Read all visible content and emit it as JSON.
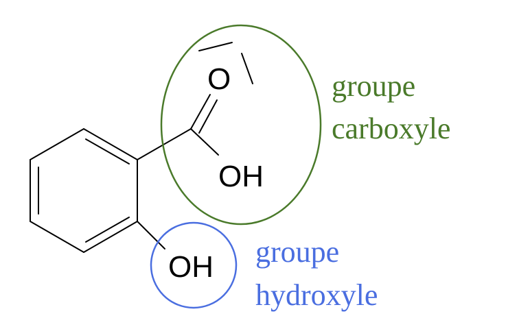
{
  "molecule": {
    "atoms": {
      "carbonyl_oxygen": "O",
      "acid_hydroxyl": "OH",
      "phenol_hydroxyl": "OH"
    }
  },
  "annotations": {
    "carboxyl": {
      "line1": "groupe",
      "line2": "carboxyle",
      "color": "#4a7a2a"
    },
    "hydroxyl": {
      "line1": "groupe",
      "line2": "hydroxyle",
      "color": "#4a6ee0"
    }
  },
  "colors": {
    "bond": "#000000",
    "background": "#ffffff"
  }
}
